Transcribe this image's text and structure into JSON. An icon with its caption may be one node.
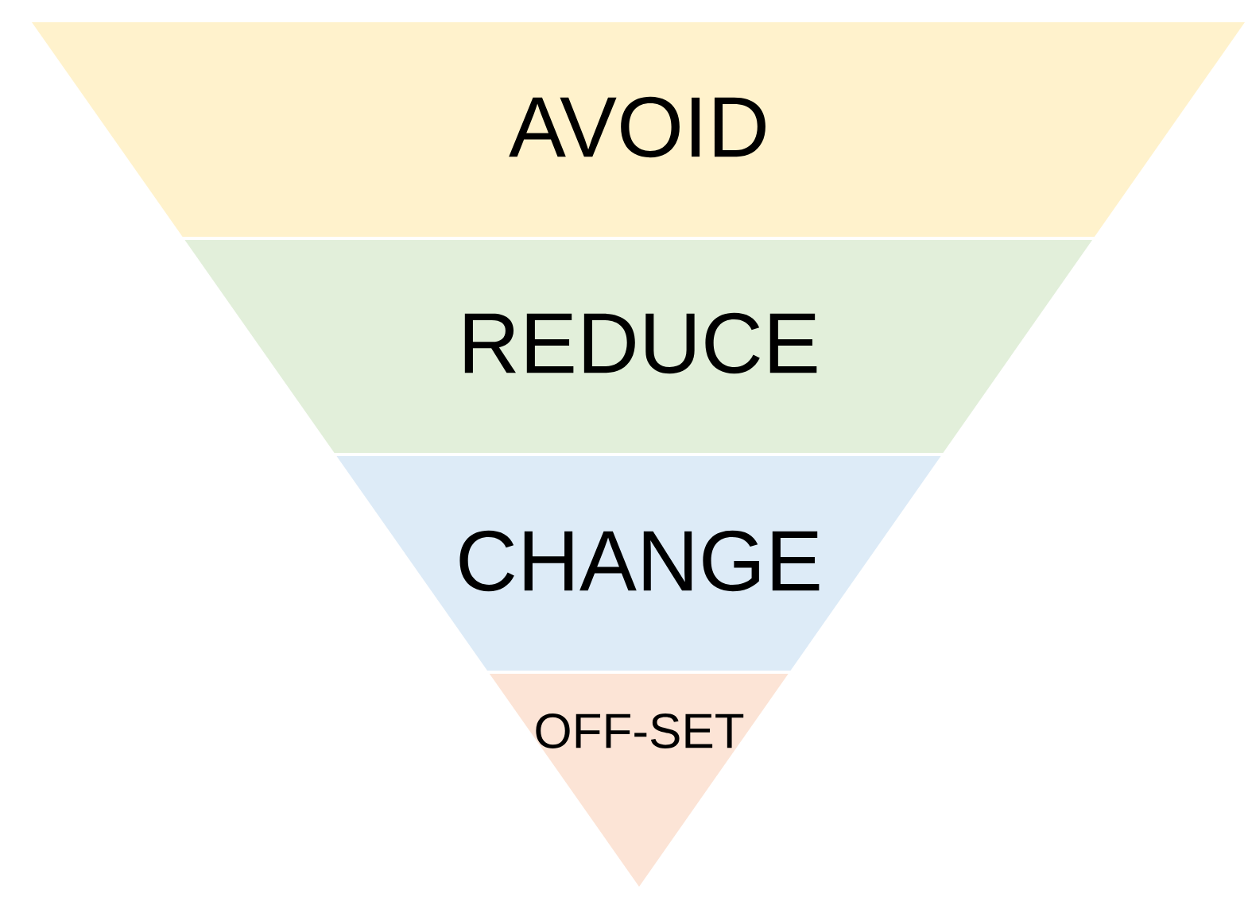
{
  "diagram": {
    "nodes": [
      {
        "text": [
          "AVOID"
        ]
      },
      {
        "text": [
          "REDUCE"
        ]
      },
      {
        "text": [
          "CHANGE"
        ]
      },
      {
        "text": [
          "OFF-SET"
        ]
      }
    ]
  }
}
